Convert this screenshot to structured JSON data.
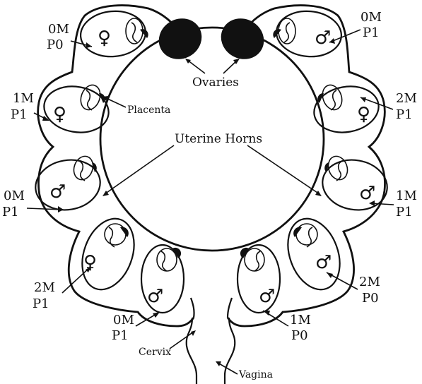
{
  "labels": {
    "ovaries": "Ovaries",
    "placenta": "Placenta",
    "uterine_horns": "Uterine Horns",
    "cervix": "Cervix",
    "vagina": "Vagina"
  },
  "fetuses": [
    {
      "m": "0M",
      "p": "P0",
      "sex": "♀"
    },
    {
      "m": "1M",
      "p": "P1",
      "sex": "♀"
    },
    {
      "m": "0M",
      "p": "P1",
      "sex": "♂"
    },
    {
      "m": "2M",
      "p": "P1",
      "sex": "♀"
    },
    {
      "m": "0M",
      "p": "P1",
      "sex": "♂"
    },
    {
      "m": "1M",
      "p": "P0",
      "sex": "♂"
    },
    {
      "m": "2M",
      "p": "P0",
      "sex": "♂"
    },
    {
      "m": "1M",
      "p": "P1",
      "sex": "♂"
    },
    {
      "m": "2M",
      "p": "P1",
      "sex": "♀"
    },
    {
      "m": "0M",
      "p": "P1",
      "sex": "♂"
    }
  ]
}
